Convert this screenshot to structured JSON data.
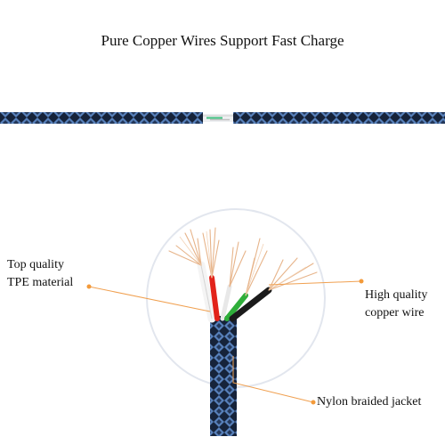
{
  "title": "Pure Copper Wires Support Fast Charge",
  "labels": {
    "tpe": {
      "line1": "Top quality",
      "line2": "TPE material"
    },
    "copper": {
      "line1": "High quality",
      "line2": "copper wire"
    },
    "jacket": {
      "text": "Nylon braided jacket"
    }
  },
  "colors": {
    "braid_dark": "#16233a",
    "braid_blue": "#5f8cc9",
    "leader_line": "#f0a050",
    "leader_dot": "#f39a3a",
    "circle_outline": "#e2e6ee"
  }
}
